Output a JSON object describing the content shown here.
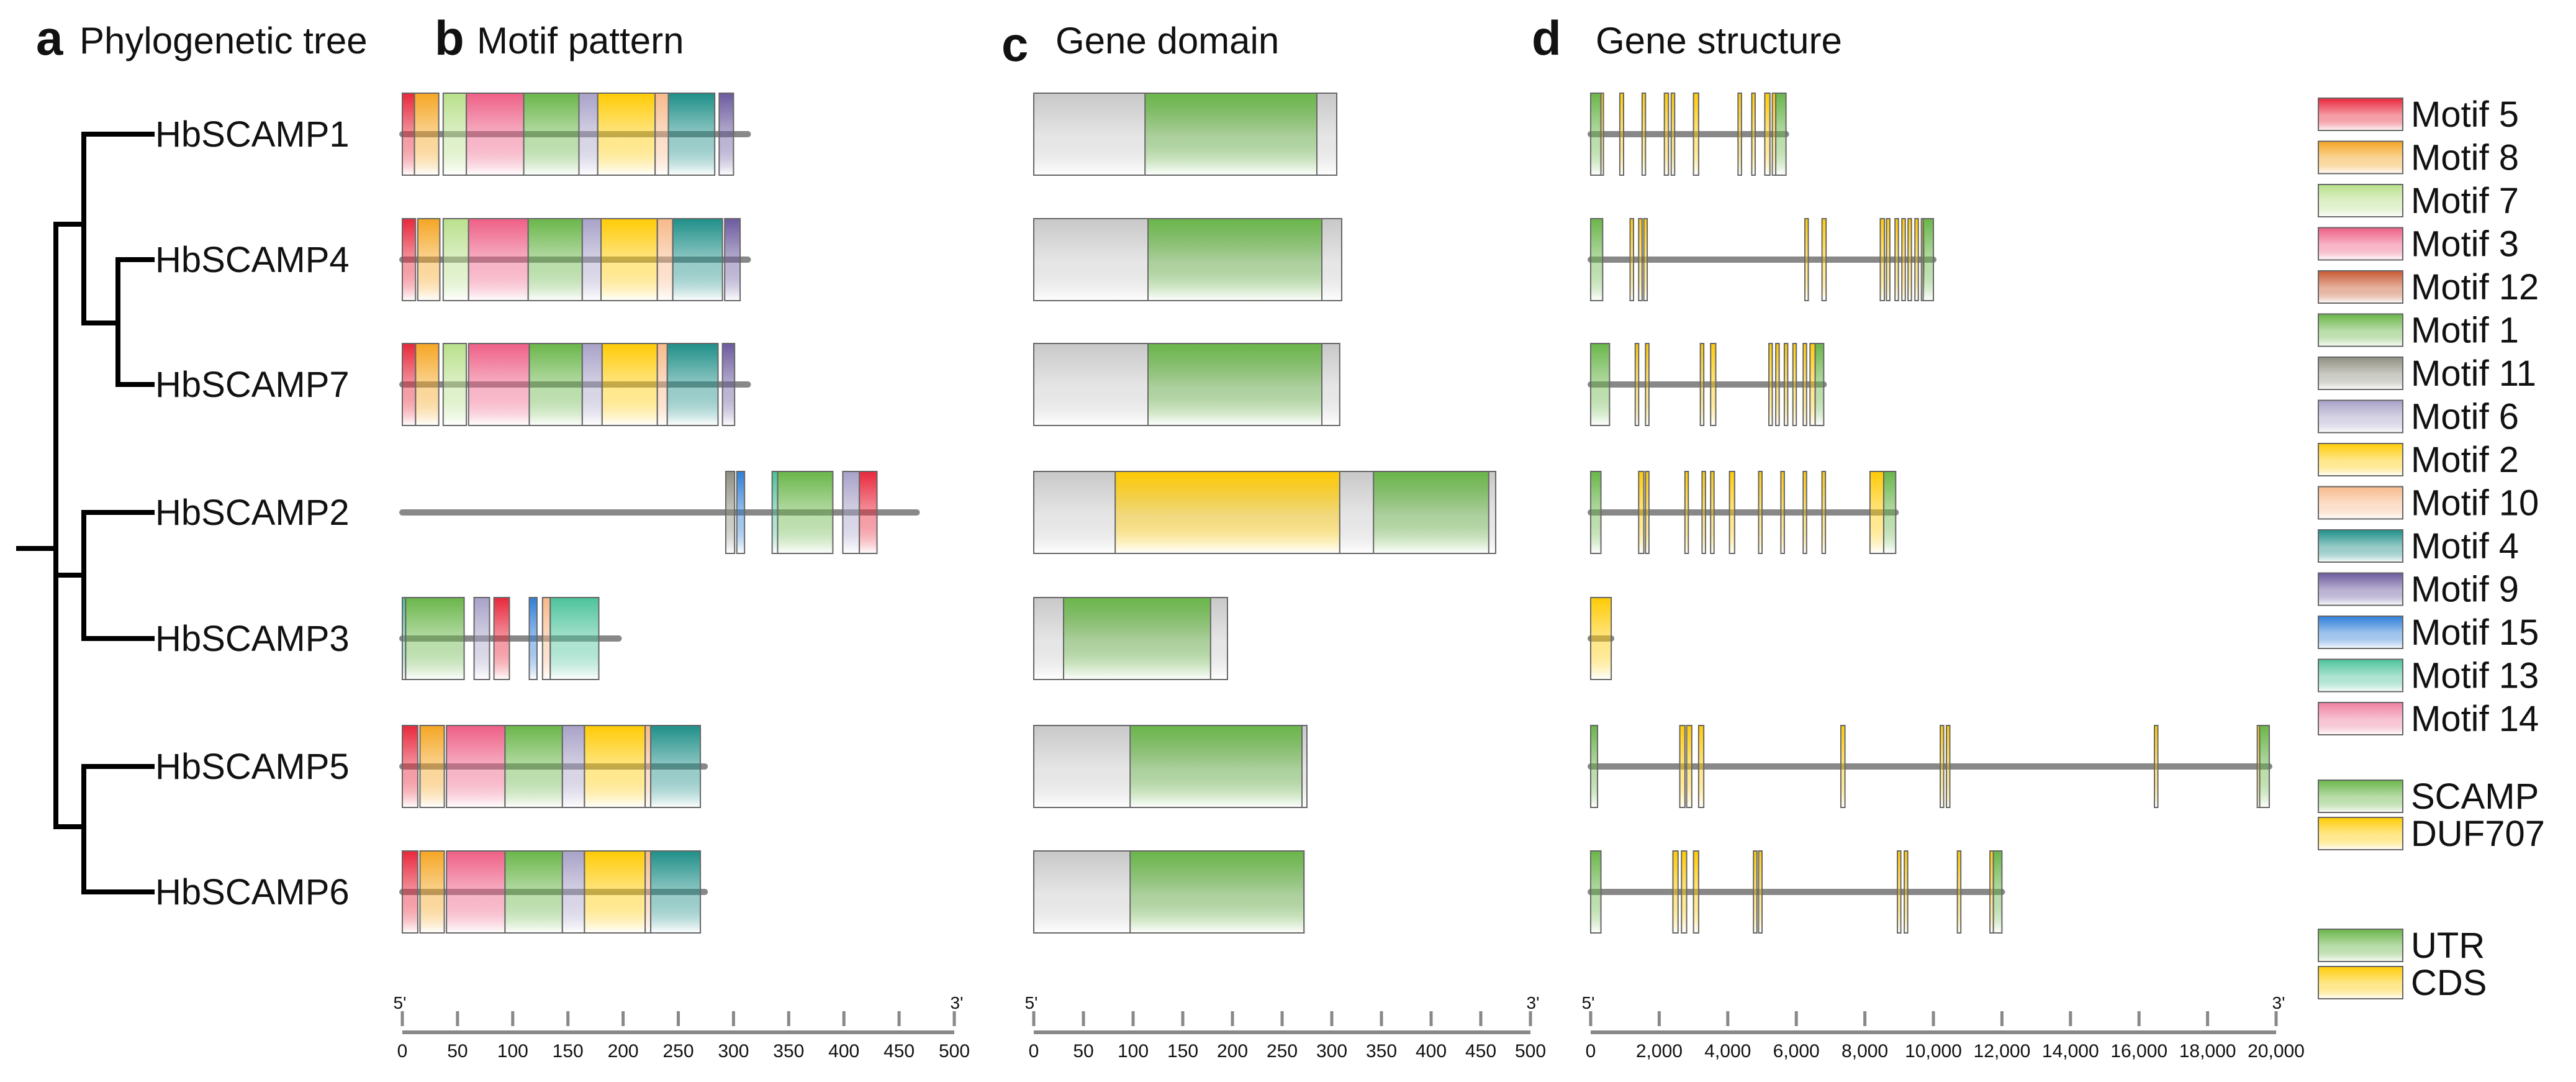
{
  "panels": [
    {
      "letter": "a",
      "title": "Phylogenetic tree"
    },
    {
      "letter": "b",
      "title": "Motif pattern"
    },
    {
      "letter": "c",
      "title": "Gene domain"
    },
    {
      "letter": "d",
      "title": "Gene structure"
    }
  ],
  "genes": [
    "HbSCAMP1",
    "HbSCAMP4",
    "HbSCAMP7",
    "HbSCAMP2",
    "HbSCAMP3",
    "HbSCAMP5",
    "HbSCAMP6"
  ],
  "tree": {
    "topology": "((HbSCAMP1,(HbSCAMP4,HbSCAMP7)),(HbSCAMP2,HbSCAMP3)),(HbSCAMP5,HbSCAMP6)"
  },
  "colors": {
    "Motif 5": "#e8283c",
    "Motif 8": "#f5a623",
    "Motif 7": "#b9e08c",
    "Motif 3": "#ee5f86",
    "Motif 12": "#c85a32",
    "Motif 1": "#6ab64a",
    "Motif 11": "#8f8f82",
    "Motif 6": "#a8a2c8",
    "Motif 2": "#ffcb05",
    "Motif 10": "#f7b98a",
    "Motif 4": "#1f8f88",
    "Motif 9": "#6c5a9e",
    "Motif 15": "#2f7fd8",
    "Motif 13": "#4cc39a",
    "Motif 14": "#ee7fa0",
    "SCAMP": "#6ab64a",
    "DUF707": "#ffcb05",
    "UTR": "#6ab64a",
    "CDS": "#ffcb05",
    "other": "#c8c8c8",
    "line": "#888888"
  },
  "legend": {
    "motifs": [
      "Motif 5",
      "Motif 8",
      "Motif 7",
      "Motif 3",
      "Motif 12",
      "Motif 1",
      "Motif 11",
      "Motif 6",
      "Motif 2",
      "Motif 10",
      "Motif 4",
      "Motif 9",
      "Motif 15",
      "Motif 13",
      "Motif 14"
    ],
    "domains": [
      "SCAMP",
      "DUF707"
    ],
    "structure": [
      "UTR",
      "CDS"
    ]
  },
  "axes": {
    "motif": {
      "start_label": "5'",
      "end_label": "3'",
      "min": 0,
      "max": 500,
      "ticks": [
        "0",
        "50",
        "100",
        "150",
        "200",
        "250",
        "300",
        "350",
        "400",
        "450",
        "500"
      ]
    },
    "domain": {
      "start_label": "5'",
      "end_label": "3'",
      "min": 0,
      "max": 500,
      "ticks": [
        "0",
        "50",
        "100",
        "150",
        "200",
        "250",
        "300",
        "350",
        "400",
        "450",
        "500"
      ]
    },
    "structure": {
      "start_label": "5'",
      "end_label": "3'",
      "min": 0,
      "max": 20000,
      "ticks": [
        "0",
        "2,000",
        "4,000",
        "6,000",
        "8,000",
        "10,000",
        "12,000",
        "14,000",
        "16,000",
        "18,000",
        "20,000"
      ]
    }
  },
  "motif_pattern": [
    {
      "gene": "HbSCAMP1",
      "length": 313,
      "motifs": [
        {
          "m": "Motif 5",
          "s": 0,
          "e": 11
        },
        {
          "m": "Motif 8",
          "s": 11,
          "e": 33
        },
        {
          "m": "Motif 7",
          "s": 37,
          "e": 58
        },
        {
          "m": "Motif 3",
          "s": 58,
          "e": 110
        },
        {
          "m": "Motif 1",
          "s": 110,
          "e": 160
        },
        {
          "m": "Motif 6",
          "s": 160,
          "e": 177
        },
        {
          "m": "Motif 2",
          "s": 177,
          "e": 229
        },
        {
          "m": "Motif 10",
          "s": 229,
          "e": 241
        },
        {
          "m": "Motif 4",
          "s": 241,
          "e": 283
        },
        {
          "m": "Motif 9",
          "s": 287,
          "e": 300
        }
      ]
    },
    {
      "gene": "HbSCAMP4",
      "length": 313,
      "motifs": [
        {
          "m": "Motif 5",
          "s": 0,
          "e": 12
        },
        {
          "m": "Motif 8",
          "s": 14,
          "e": 34
        },
        {
          "m": "Motif 7",
          "s": 37,
          "e": 60
        },
        {
          "m": "Motif 3",
          "s": 60,
          "e": 114
        },
        {
          "m": "Motif 1",
          "s": 114,
          "e": 163
        },
        {
          "m": "Motif 6",
          "s": 163,
          "e": 180
        },
        {
          "m": "Motif 2",
          "s": 180,
          "e": 231
        },
        {
          "m": "Motif 10",
          "s": 231,
          "e": 245
        },
        {
          "m": "Motif 4",
          "s": 245,
          "e": 290
        },
        {
          "m": "Motif 9",
          "s": 292,
          "e": 306
        }
      ]
    },
    {
      "gene": "HbSCAMP7",
      "length": 313,
      "motifs": [
        {
          "m": "Motif 5",
          "s": 0,
          "e": 12
        },
        {
          "m": "Motif 8",
          "s": 12,
          "e": 33
        },
        {
          "m": "Motif 7",
          "s": 37,
          "e": 58
        },
        {
          "m": "Motif 3",
          "s": 60,
          "e": 115
        },
        {
          "m": "Motif 1",
          "s": 115,
          "e": 163
        },
        {
          "m": "Motif 6",
          "s": 163,
          "e": 181
        },
        {
          "m": "Motif 2",
          "s": 181,
          "e": 231
        },
        {
          "m": "Motif 10",
          "s": 231,
          "e": 240
        },
        {
          "m": "Motif 4",
          "s": 240,
          "e": 286
        },
        {
          "m": "Motif 9",
          "s": 290,
          "e": 301
        }
      ]
    },
    {
      "gene": "HbSCAMP2",
      "length": 466,
      "motifs": [
        {
          "m": "Motif 11",
          "s": 293,
          "e": 301
        },
        {
          "m": "Motif 15",
          "s": 303,
          "e": 310
        },
        {
          "m": "Motif 13",
          "s": 335,
          "e": 340
        },
        {
          "m": "Motif 1",
          "s": 340,
          "e": 390
        },
        {
          "m": "Motif 6",
          "s": 399,
          "e": 414
        },
        {
          "m": "Motif 5",
          "s": 414,
          "e": 430
        }
      ]
    },
    {
      "gene": "HbSCAMP3",
      "length": 196,
      "motifs": [
        {
          "m": "Motif 13",
          "s": 0,
          "e": 3
        },
        {
          "m": "Motif 1",
          "s": 3,
          "e": 56
        },
        {
          "m": "Motif 6",
          "s": 65,
          "e": 79
        },
        {
          "m": "Motif 5",
          "s": 83,
          "e": 97
        },
        {
          "m": "Motif 15",
          "s": 115,
          "e": 122
        },
        {
          "m": "Motif 10",
          "s": 127,
          "e": 134
        },
        {
          "m": "Motif 13",
          "s": 134,
          "e": 178
        }
      ]
    },
    {
      "gene": "HbSCAMP5",
      "length": 274,
      "motifs": [
        {
          "m": "Motif 5",
          "s": 0,
          "e": 14
        },
        {
          "m": "Motif 8",
          "s": 16,
          "e": 38
        },
        {
          "m": "Motif 3",
          "s": 40,
          "e": 93
        },
        {
          "m": "Motif 1",
          "s": 93,
          "e": 145
        },
        {
          "m": "Motif 6",
          "s": 145,
          "e": 165
        },
        {
          "m": "Motif 2",
          "s": 165,
          "e": 220
        },
        {
          "m": "Motif 10",
          "s": 220,
          "e": 225
        },
        {
          "m": "Motif 4",
          "s": 225,
          "e": 270
        }
      ]
    },
    {
      "gene": "HbSCAMP6",
      "length": 274,
      "motifs": [
        {
          "m": "Motif 5",
          "s": 0,
          "e": 14
        },
        {
          "m": "Motif 8",
          "s": 16,
          "e": 38
        },
        {
          "m": "Motif 3",
          "s": 40,
          "e": 93
        },
        {
          "m": "Motif 1",
          "s": 93,
          "e": 145
        },
        {
          "m": "Motif 6",
          "s": 145,
          "e": 165
        },
        {
          "m": "Motif 2",
          "s": 165,
          "e": 220
        },
        {
          "m": "Motif 10",
          "s": 220,
          "e": 225
        },
        {
          "m": "Motif 4",
          "s": 225,
          "e": 270
        }
      ]
    }
  ],
  "gene_domain": [
    {
      "gene": "HbSCAMP1",
      "length": 305,
      "domains": [
        {
          "d": "SCAMP",
          "s": 112,
          "e": 285
        }
      ]
    },
    {
      "gene": "HbSCAMP4",
      "length": 310,
      "domains": [
        {
          "d": "SCAMP",
          "s": 115,
          "e": 290
        }
      ]
    },
    {
      "gene": "HbSCAMP7",
      "length": 308,
      "domains": [
        {
          "d": "SCAMP",
          "s": 115,
          "e": 290
        }
      ]
    },
    {
      "gene": "HbSCAMP2",
      "length": 465,
      "domains": [
        {
          "d": "DUF707",
          "s": 82,
          "e": 308
        },
        {
          "d": "SCAMP",
          "s": 342,
          "e": 458
        }
      ]
    },
    {
      "gene": "HbSCAMP3",
      "length": 195,
      "domains": [
        {
          "d": "SCAMP",
          "s": 30,
          "e": 178
        }
      ]
    },
    {
      "gene": "HbSCAMP5",
      "length": 275,
      "domains": [
        {
          "d": "SCAMP",
          "s": 97,
          "e": 270
        }
      ]
    },
    {
      "gene": "HbSCAMP6",
      "length": 272,
      "domains": [
        {
          "d": "SCAMP",
          "s": 97,
          "e": 272
        }
      ]
    }
  ],
  "gene_structure": [
    {
      "gene": "HbSCAMP1",
      "length": 5700,
      "features": [
        {
          "t": "UTR",
          "s": 0,
          "e": 300
        },
        {
          "t": "CDS",
          "s": 300,
          "e": 360
        },
        {
          "t": "CDS",
          "s": 850,
          "e": 960
        },
        {
          "t": "CDS",
          "s": 1500,
          "e": 1600
        },
        {
          "t": "CDS",
          "s": 2150,
          "e": 2270
        },
        {
          "t": "CDS",
          "s": 2350,
          "e": 2450
        },
        {
          "t": "CDS",
          "s": 3000,
          "e": 3150
        },
        {
          "t": "CDS",
          "s": 4300,
          "e": 4400
        },
        {
          "t": "CDS",
          "s": 4700,
          "e": 4800
        },
        {
          "t": "CDS",
          "s": 5080,
          "e": 5230
        },
        {
          "t": "CDS",
          "s": 5300,
          "e": 5400
        },
        {
          "t": "UTR",
          "s": 5400,
          "e": 5700
        }
      ]
    },
    {
      "gene": "HbSCAMP4",
      "length": 10000,
      "features": [
        {
          "t": "UTR",
          "s": 0,
          "e": 350
        },
        {
          "t": "CDS",
          "s": 1150,
          "e": 1250
        },
        {
          "t": "CDS",
          "s": 1400,
          "e": 1500
        },
        {
          "t": "CDS",
          "s": 1550,
          "e": 1650
        },
        {
          "t": "CDS",
          "s": 6250,
          "e": 6350
        },
        {
          "t": "CDS",
          "s": 6750,
          "e": 6870
        },
        {
          "t": "CDS",
          "s": 8450,
          "e": 8570
        },
        {
          "t": "CDS",
          "s": 8630,
          "e": 8730
        },
        {
          "t": "CDS",
          "s": 8880,
          "e": 8980
        },
        {
          "t": "CDS",
          "s": 9080,
          "e": 9180
        },
        {
          "t": "CDS",
          "s": 9260,
          "e": 9360
        },
        {
          "t": "CDS",
          "s": 9460,
          "e": 9560
        },
        {
          "t": "CDS",
          "s": 9650,
          "e": 9700
        },
        {
          "t": "UTR",
          "s": 9700,
          "e": 10000
        }
      ]
    },
    {
      "gene": "HbSCAMP7",
      "length": 6800,
      "features": [
        {
          "t": "UTR",
          "s": 0,
          "e": 550
        },
        {
          "t": "CDS",
          "s": 1300,
          "e": 1400
        },
        {
          "t": "CDS",
          "s": 1600,
          "e": 1700
        },
        {
          "t": "CDS",
          "s": 3200,
          "e": 3300
        },
        {
          "t": "CDS",
          "s": 3500,
          "e": 3650
        },
        {
          "t": "CDS",
          "s": 5200,
          "e": 5300
        },
        {
          "t": "CDS",
          "s": 5400,
          "e": 5500
        },
        {
          "t": "CDS",
          "s": 5650,
          "e": 5750
        },
        {
          "t": "CDS",
          "s": 5900,
          "e": 6000
        },
        {
          "t": "CDS",
          "s": 6200,
          "e": 6300
        },
        {
          "t": "CDS",
          "s": 6400,
          "e": 6550
        },
        {
          "t": "UTR",
          "s": 6550,
          "e": 6800
        }
      ]
    },
    {
      "gene": "HbSCAMP2",
      "length": 8900,
      "features": [
        {
          "t": "UTR",
          "s": 0,
          "e": 300
        },
        {
          "t": "CDS",
          "s": 1400,
          "e": 1550
        },
        {
          "t": "CDS",
          "s": 1600,
          "e": 1700
        },
        {
          "t": "CDS",
          "s": 2750,
          "e": 2850
        },
        {
          "t": "CDS",
          "s": 3250,
          "e": 3350
        },
        {
          "t": "CDS",
          "s": 3500,
          "e": 3600
        },
        {
          "t": "CDS",
          "s": 4050,
          "e": 4200
        },
        {
          "t": "CDS",
          "s": 4900,
          "e": 5000
        },
        {
          "t": "CDS",
          "s": 5550,
          "e": 5650
        },
        {
          "t": "CDS",
          "s": 6200,
          "e": 6300
        },
        {
          "t": "CDS",
          "s": 6750,
          "e": 6850
        },
        {
          "t": "CDS",
          "s": 8150,
          "e": 8550
        },
        {
          "t": "UTR",
          "s": 8550,
          "e": 8900
        }
      ]
    },
    {
      "gene": "HbSCAMP3",
      "length": 600,
      "features": [
        {
          "t": "CDS",
          "s": 0,
          "e": 600
        }
      ]
    },
    {
      "gene": "HbSCAMP5",
      "length": 19800,
      "features": [
        {
          "t": "UTR",
          "s": 0,
          "e": 200
        },
        {
          "t": "CDS",
          "s": 2600,
          "e": 2750
        },
        {
          "t": "CDS",
          "s": 2800,
          "e": 2950
        },
        {
          "t": "CDS",
          "s": 3150,
          "e": 3300
        },
        {
          "t": "CDS",
          "s": 7300,
          "e": 7420
        },
        {
          "t": "CDS",
          "s": 10200,
          "e": 10300
        },
        {
          "t": "CDS",
          "s": 10380,
          "e": 10480
        },
        {
          "t": "CDS",
          "s": 16450,
          "e": 16550
        },
        {
          "t": "CDS",
          "s": 19450,
          "e": 19520
        },
        {
          "t": "UTR",
          "s": 19520,
          "e": 19800
        }
      ]
    },
    {
      "gene": "HbSCAMP6",
      "length": 12000,
      "features": [
        {
          "t": "UTR",
          "s": 0,
          "e": 300
        },
        {
          "t": "CDS",
          "s": 2400,
          "e": 2550
        },
        {
          "t": "CDS",
          "s": 2650,
          "e": 2800
        },
        {
          "t": "CDS",
          "s": 3000,
          "e": 3150
        },
        {
          "t": "CDS",
          "s": 4750,
          "e": 4850
        },
        {
          "t": "CDS",
          "s": 4900,
          "e": 5000
        },
        {
          "t": "CDS",
          "s": 8950,
          "e": 9050
        },
        {
          "t": "CDS",
          "s": 9150,
          "e": 9250
        },
        {
          "t": "CDS",
          "s": 10700,
          "e": 10800
        },
        {
          "t": "CDS",
          "s": 11650,
          "e": 11750
        },
        {
          "t": "UTR",
          "s": 11750,
          "e": 12000
        }
      ]
    }
  ]
}
